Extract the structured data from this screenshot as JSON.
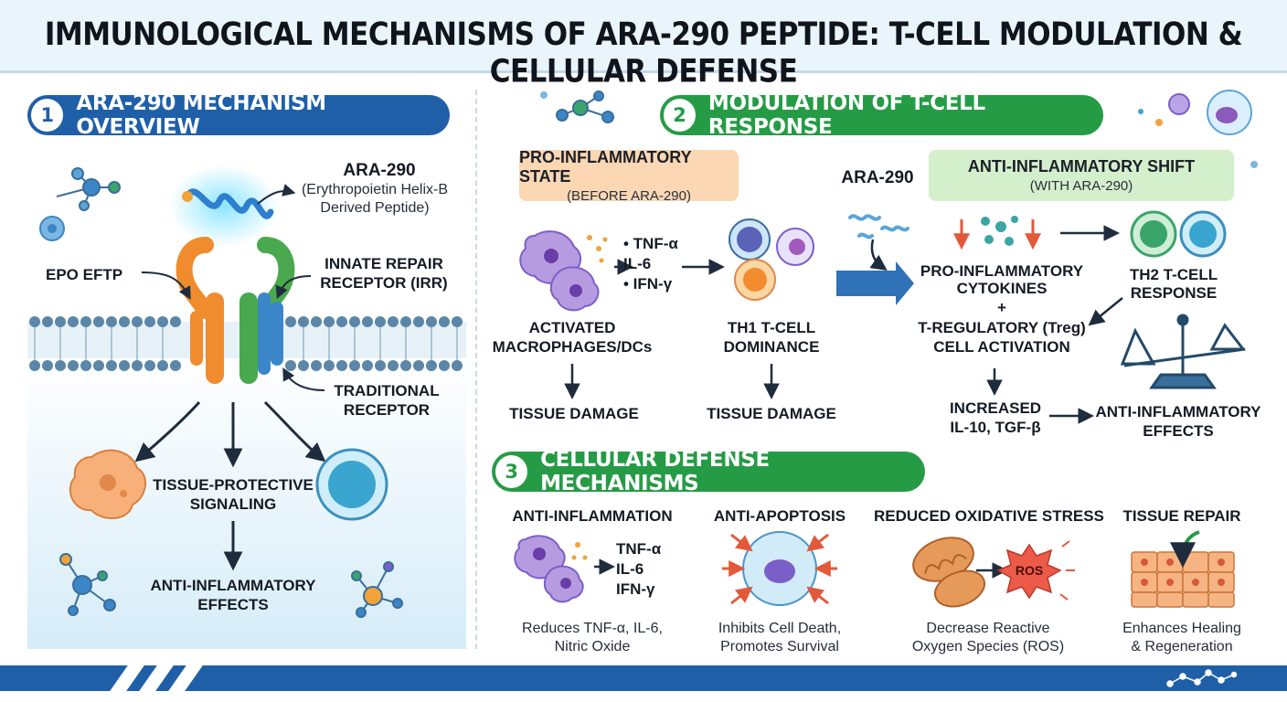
{
  "title": "IMMUNOLOGICAL MECHANISMS OF ARA-290 PEPTIDE: T-CELL MODULATION & CELLULAR DEFENSE",
  "colors": {
    "primary_blue": "#1f5fa8",
    "green": "#269b46",
    "pro_bg": "#fbd7b4",
    "anti_bg": "#d4efcc",
    "title_bg": "#eaf4fb"
  },
  "section1": {
    "number": "1",
    "title": "ARA-290 MECHANISM OVERVIEW",
    "peptide_name": "ARA-290",
    "peptide_desc_1": "(Erythropoietin Helix-B",
    "peptide_desc_2": "Derived Peptide)",
    "epo_label": "EPO EFTP",
    "irr_label_1": "INNATE REPAIR",
    "irr_label_2": "RECEPTOR (IRR)",
    "trad_label_1": "TRADITIONAL",
    "trad_label_2": "RECEPTOR",
    "signal_label_1": "TISSUE-PROTECTIVE",
    "signal_label_2": "SIGNALING",
    "effect_label_1": "ANTI-INFLAMMATORY",
    "effect_label_2": "EFFECTS"
  },
  "section2": {
    "number": "2",
    "title": "MODULATION OF T-CELL RESPONSE",
    "pro_title": "PRO-INFLAMMATORY STATE",
    "pro_sub": "(BEFORE ARA-290)",
    "anti_title": "ANTI-INFLAMMATORY SHIFT",
    "anti_sub": "(WITH ARA-290)",
    "cytokines": [
      "• TNF-α",
      "IL-6",
      "• IFN-γ"
    ],
    "macrophages_1": "ACTIVATED",
    "macrophages_2": "MACROPHAGES/DCs",
    "th1_1": "TH1 T-CELL",
    "th1_2": "DOMINANCE",
    "damage_1": "TISSUE DAMAGE",
    "damage_2": "TISSUE DAMAGE",
    "ara_label": "ARA-290",
    "shift_1": "PRO-INFLAMMATORY",
    "shift_2": "CYTOKINES",
    "shift_plus": "+",
    "shift_3": "T-REGULATORY (Treg)",
    "shift_4": "CELL ACTIVATION",
    "th2_1": "TH2 T-CELL",
    "th2_2": "RESPONSE",
    "increased_1": "INCREASED",
    "increased_2": "IL-10, TGF-β",
    "anti_eff_1": "ANTI-INFLAMMATORY",
    "anti_eff_2": "EFFECTS"
  },
  "section3": {
    "number": "3",
    "title": "CELLULAR DEFENSE MECHANISMS",
    "items": [
      {
        "title": "ANTI-INFLAMMATION",
        "desc_1": "Reduces TNF-α, IL-6,",
        "desc_2": "Nitric Oxide"
      },
      {
        "title": "ANTI-APOPTOSIS",
        "desc_1": "Inhibits Cell Death,",
        "desc_2": "Promotes Survival"
      },
      {
        "title": "REDUCED OXIDATIVE STRESS",
        "desc_1": "Decrease Reactive",
        "desc_2": "Oxygen Species (ROS)"
      },
      {
        "title": "TISSUE REPAIR",
        "desc_1": "Enhances Healing",
        "desc_2": "& Regeneration"
      }
    ],
    "cytokines": [
      "TNF-α",
      "IL-6",
      "IFN-γ"
    ],
    "ros_label": "ROS"
  }
}
